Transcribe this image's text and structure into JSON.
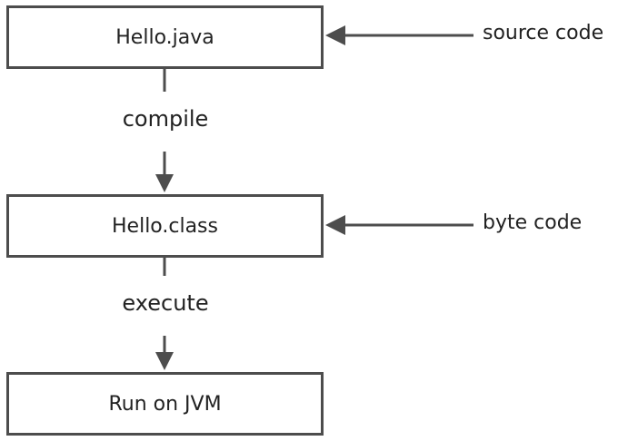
{
  "nodes": [
    {
      "id": "source",
      "label": "Hello.java"
    },
    {
      "id": "bytecode",
      "label": "Hello.class"
    },
    {
      "id": "run",
      "label": "Run on JVM"
    }
  ],
  "steps": {
    "compile": "compile",
    "execute": "execute"
  },
  "annotations": {
    "source": "source code",
    "bytecode": "byte code"
  },
  "colors": {
    "stroke": "#4d4d4d",
    "text": "#222222",
    "background": "#ffffff"
  }
}
